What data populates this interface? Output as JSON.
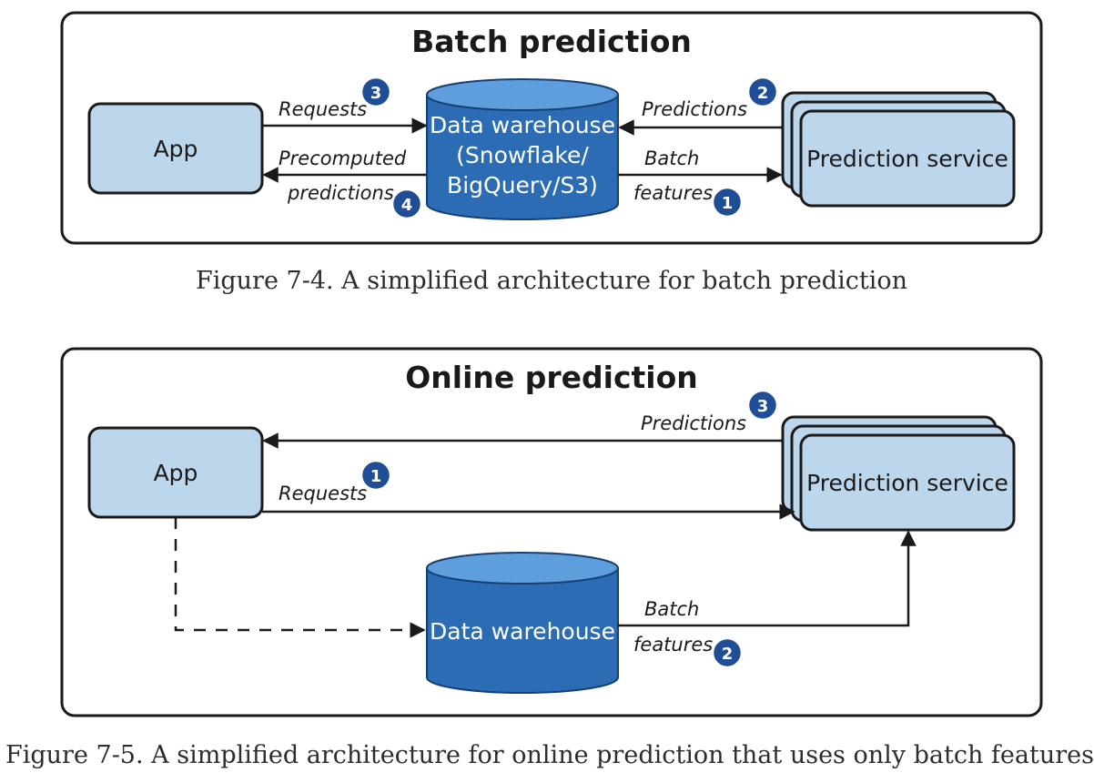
{
  "figure_4": {
    "title": "Batch prediction",
    "app": "App",
    "warehouse": [
      "Data warehouse",
      "(Snowflake/",
      "BigQuery/S3)"
    ],
    "service": "Prediction service",
    "labels": {
      "requests": "Requests",
      "precomputed_line1": "Precomputed",
      "precomputed_line2": "predictions",
      "predictions": "Predictions",
      "batch_line1": "Batch",
      "batch_line2": "features"
    },
    "steps": {
      "requests": "3",
      "predictions": "2",
      "precomputed": "4",
      "batch": "1"
    },
    "caption": "Figure 7-4. A simplified architecture for batch prediction"
  },
  "figure_5": {
    "title": "Online prediction",
    "app": "App",
    "warehouse": "Data warehouse",
    "service": "Prediction service",
    "labels": {
      "predictions": "Predictions",
      "requests": "Requests",
      "batch_line1": "Batch",
      "batch_line2": "features"
    },
    "steps": {
      "predictions": "3",
      "requests": "1",
      "batch": "2"
    },
    "caption": "Figure 7-5. A simplified architecture for online prediction that uses only batch features"
  }
}
